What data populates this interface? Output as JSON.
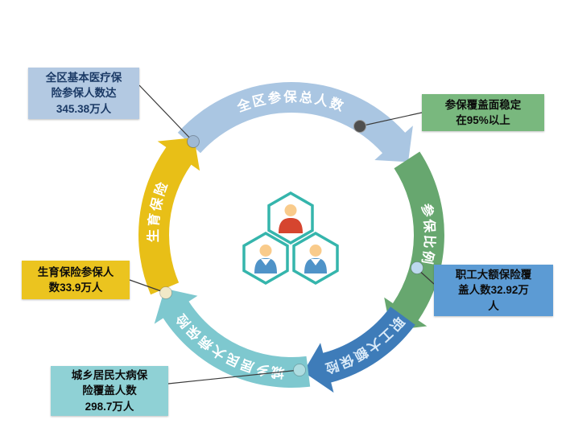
{
  "figure": {
    "background": "#ffffff",
    "subject": "社会保险参保情况环形图"
  },
  "ring": {
    "segments": [
      {
        "id": "total-insured",
        "label": "全区参保总人数",
        "color": "#aac6e2",
        "text_color": "#ffffff"
      },
      {
        "id": "insured-ratio",
        "label": "参保比例",
        "color": "#67a76f",
        "text_color": "#ffffff"
      },
      {
        "id": "employee-large-insurance",
        "label": "职工大额保险",
        "color": "#3e7cb9",
        "text_color": "#d9eaf8"
      },
      {
        "id": "resident-illness-insurance",
        "label": "城乡居民大病保险",
        "color": "#7ec8cf",
        "text_color": "#ffffff"
      },
      {
        "id": "maternity-insurance",
        "label": "生育保险",
        "color": "#e8bf17",
        "text_color": "#ffffff"
      }
    ]
  },
  "callouts": [
    {
      "id": "medical",
      "text": "全区基本医疗保\n险参保人数达\n345.38万人",
      "bg": "#b3c9e2",
      "text_color": "#1b3a66",
      "dot_color": "#9fb9d4"
    },
    {
      "id": "coverage",
      "text": "参保覆盖面稳定\n在95%以上",
      "bg": "#79b87e",
      "text_color": "#0c0c0c",
      "dot_color": "#4f4f4f"
    },
    {
      "id": "employee",
      "text": "职工大额保险覆\n盖人数32.92万\n人",
      "bg": "#5c9bd4",
      "text_color": "#0c0c0c",
      "dot_color": "#bcd9ee"
    },
    {
      "id": "resident",
      "text": "城乡居民大病保\n险覆盖人数\n298.7万人",
      "bg": "#8fd1d5",
      "text_color": "#0c0c0c",
      "dot_color": "#aedde1"
    },
    {
      "id": "maternity",
      "text": "生育保险参保人\n数33.9万人",
      "bg": "#ebc41f",
      "text_color": "#0c0c0c",
      "dot_color": "#f1e9c8"
    }
  ],
  "center_icon": {
    "name": "insured-people-hexagons",
    "hex_stroke": "#35b5ac",
    "hex_fill": "#ffffff",
    "person_top_color": "#d6452f",
    "person_bottom_color": "#4f93c8",
    "skin_color": "#f9cb8b",
    "collar_color": "#ffffff"
  }
}
